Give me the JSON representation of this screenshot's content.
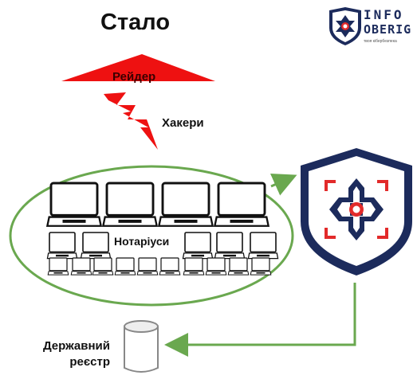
{
  "title": "Стало",
  "logo": {
    "line1": "INFO",
    "line2": "OBERIG",
    "subtitle": "твоя кібербезпека"
  },
  "labels": {
    "raider": "Рейдер",
    "hackers": "Хакери",
    "notaries": "Нотаріуси",
    "registry_line1": "Державний",
    "registry_line2": "реєстр"
  },
  "colors": {
    "red": "#ee1111",
    "green": "#6aa84f",
    "navy": "#1c2b5c",
    "shield_red": "#e22a2a"
  },
  "icons": [
    "laptop-icon",
    "shield-icon",
    "database-icon",
    "lightning-icon",
    "logo-icon"
  ]
}
